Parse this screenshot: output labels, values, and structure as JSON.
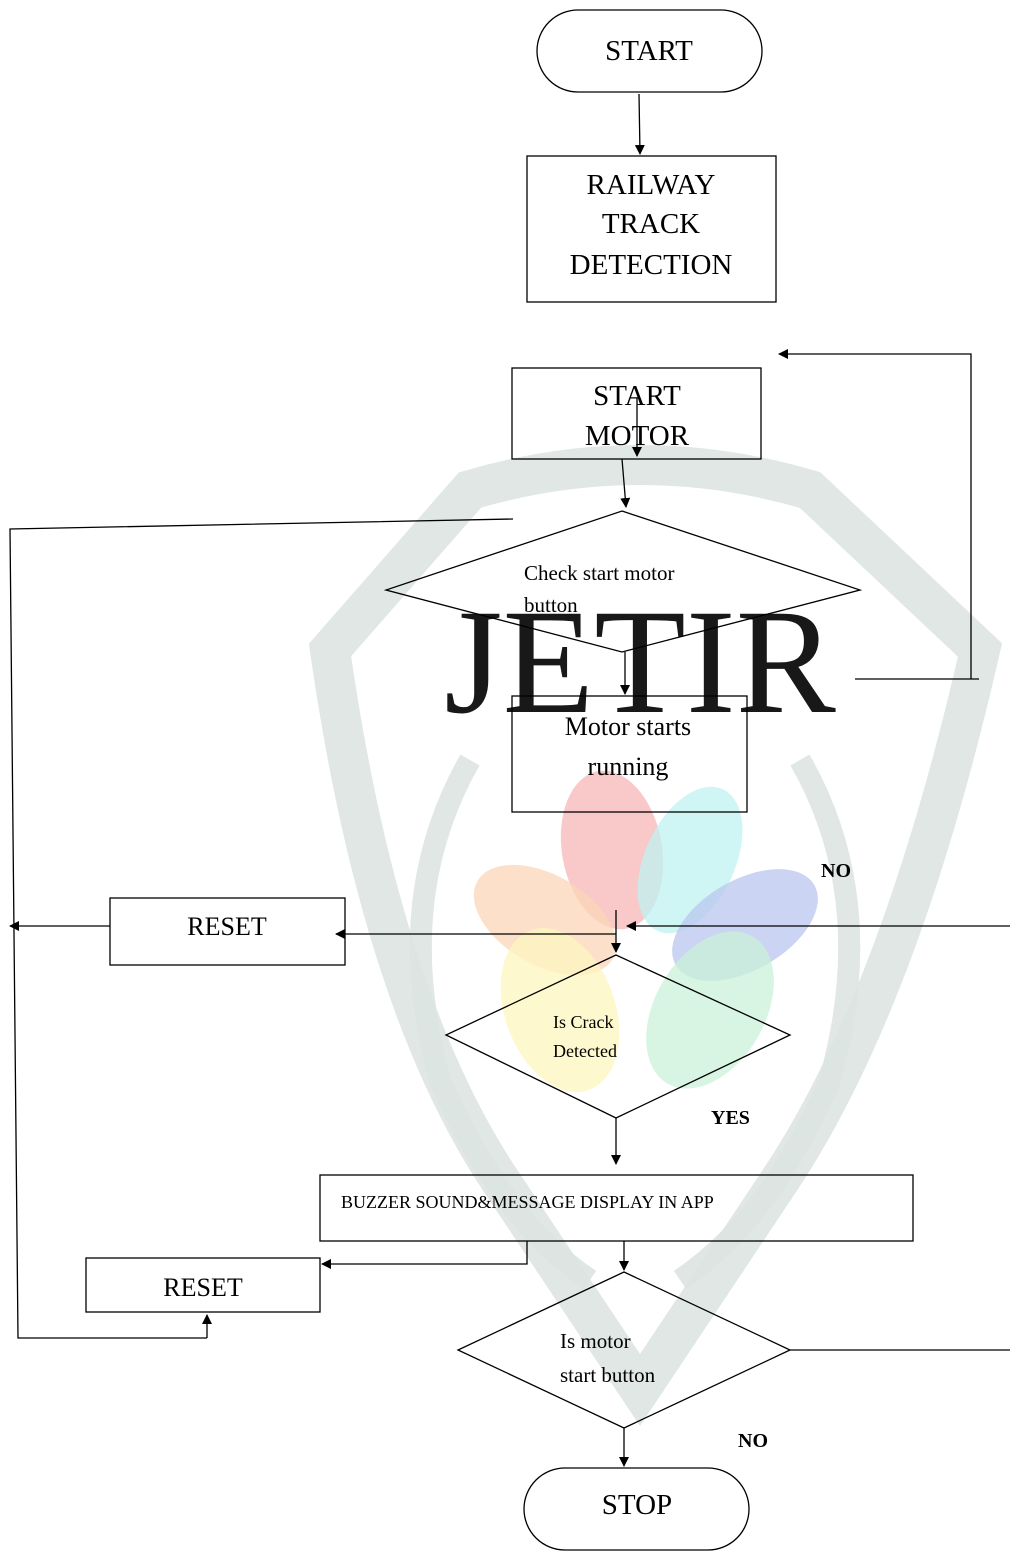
{
  "watermark": {
    "text": "JETIR",
    "shield_color": "#dde4e2",
    "petal_colors": [
      "#f7b5b5",
      "#bff2f2",
      "#b9c5ee",
      "#fbd6b8",
      "#fdf6bf",
      "#c9f2d8"
    ]
  },
  "nodes": {
    "start": "START",
    "railway_line1": "RAILWAY",
    "railway_line2": "TRACK",
    "railway_line3": "DETECTION",
    "start_motor_line1": "START",
    "start_motor_line2": "MOTOR",
    "check_line1": "Check start motor",
    "check_line2": "button",
    "motor_running_line1": "Motor starts",
    "motor_running_line2": "running",
    "reset_top": "RESET",
    "crack_line1": "Is Crack",
    "crack_line2": "Detected",
    "buzzer": "BUZZER SOUND&MESSAGE DISPLAY IN APP",
    "reset_bottom": "RESET",
    "motor_button_line1": "Is motor",
    "motor_button_line2": "start button",
    "stop": "STOP"
  },
  "edge_labels": {
    "no_top": "NO",
    "yes": "YES",
    "no_bottom": "NO"
  }
}
